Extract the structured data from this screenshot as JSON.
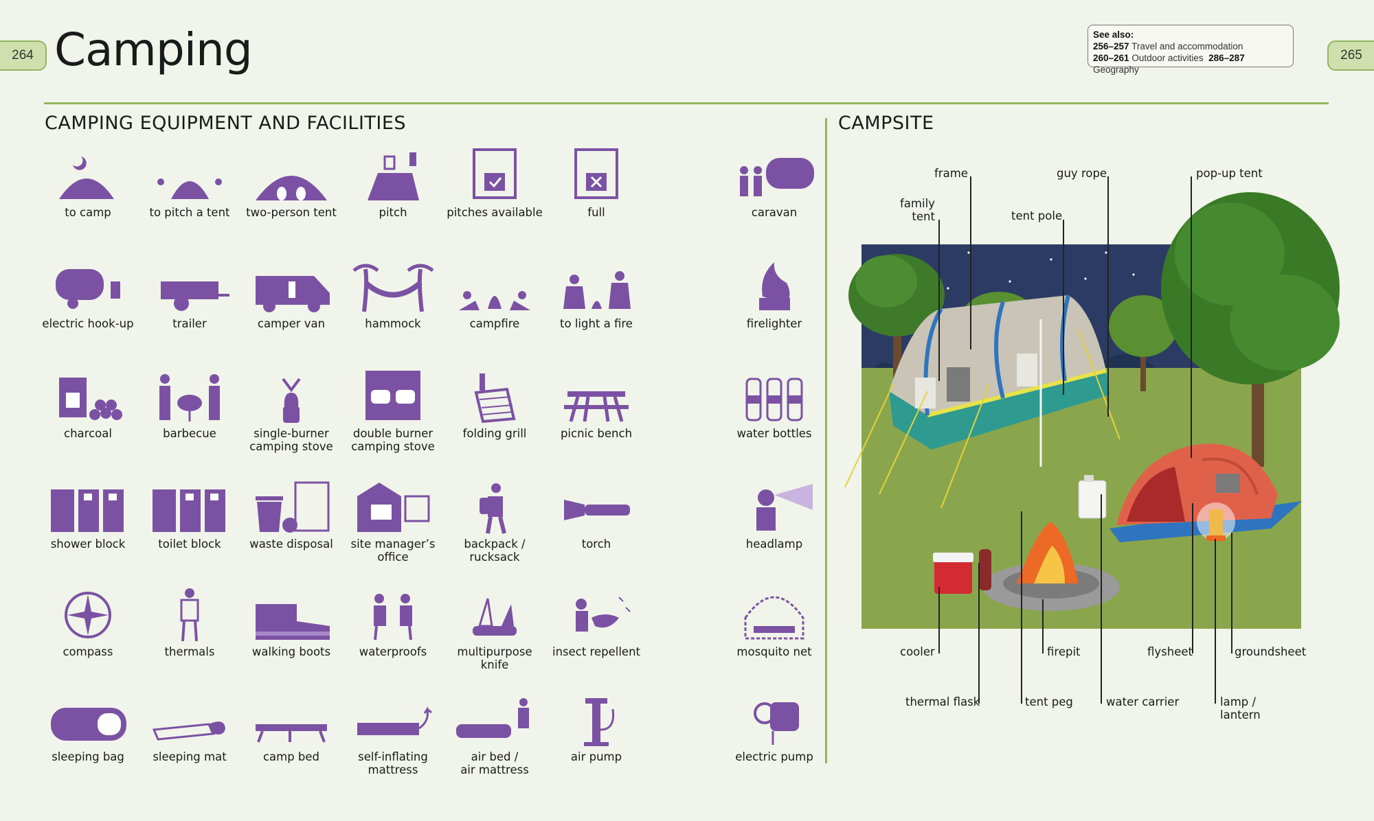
{
  "page": {
    "left_number": "264",
    "right_number": "265",
    "title": "Camping"
  },
  "see_also": {
    "label": "See also:",
    "line1": {
      "pages": "256–257",
      "text": "Travel and accommodation"
    },
    "line2a": {
      "pages": "260–261",
      "text": "Outdoor activities"
    },
    "line2b": {
      "pages": "286–287",
      "text": "Geography"
    }
  },
  "equipment": {
    "heading": "CAMPING EQUIPMENT AND FACILITIES",
    "icon_color": "#7b52a3",
    "items": [
      {
        "label": "to camp",
        "icon": "tent-moon-icon"
      },
      {
        "label": "to pitch a tent",
        "icon": "pitching-tent-icon"
      },
      {
        "label": "two-person tent",
        "icon": "two-person-tent-icon"
      },
      {
        "label": "pitch",
        "icon": "pitch-icon"
      },
      {
        "label": "pitches available",
        "icon": "pitches-available-sign-icon"
      },
      {
        "label": "full",
        "icon": "full-sign-icon"
      },
      {
        "label": "caravan",
        "icon": "caravan-family-icon"
      },
      {
        "label": "electric hook-up",
        "icon": "electric-hook-up-icon"
      },
      {
        "label": "trailer",
        "icon": "trailer-icon"
      },
      {
        "label": "camper van",
        "icon": "camper-van-icon"
      },
      {
        "label": "hammock",
        "icon": "hammock-icon"
      },
      {
        "label": "campfire",
        "icon": "campfire-icon"
      },
      {
        "label": "to light a fire",
        "icon": "light-fire-icon"
      },
      {
        "label": "firelighter",
        "icon": "firelighter-icon"
      },
      {
        "label": "charcoal",
        "icon": "charcoal-icon"
      },
      {
        "label": "barbecue",
        "icon": "barbecue-icon"
      },
      {
        "label": "single-burner\ncamping stove",
        "icon": "single-burner-stove-icon"
      },
      {
        "label": "double burner\ncamping stove",
        "icon": "double-burner-stove-icon"
      },
      {
        "label": "folding grill",
        "icon": "folding-grill-icon"
      },
      {
        "label": "picnic bench",
        "icon": "picnic-bench-icon"
      },
      {
        "label": "water bottles",
        "icon": "water-bottles-icon"
      },
      {
        "label": "shower block",
        "icon": "shower-block-icon"
      },
      {
        "label": "toilet block",
        "icon": "toilet-block-icon"
      },
      {
        "label": "waste disposal",
        "icon": "waste-disposal-icon"
      },
      {
        "label": "site manager’s\noffice",
        "icon": "site-office-icon"
      },
      {
        "label": "backpack /\nrucksack",
        "icon": "backpack-icon"
      },
      {
        "label": "torch",
        "icon": "torch-icon"
      },
      {
        "label": "headlamp",
        "icon": "headlamp-icon"
      },
      {
        "label": "compass",
        "icon": "compass-icon"
      },
      {
        "label": "thermals",
        "icon": "thermals-icon"
      },
      {
        "label": "walking boots",
        "icon": "walking-boots-icon"
      },
      {
        "label": "waterproofs",
        "icon": "waterproofs-icon"
      },
      {
        "label": "multipurpose\nknife",
        "icon": "multipurpose-knife-icon"
      },
      {
        "label": "insect repellent",
        "icon": "insect-repellent-icon"
      },
      {
        "label": "mosquito net",
        "icon": "mosquito-net-icon"
      },
      {
        "label": "sleeping bag",
        "icon": "sleeping-bag-icon"
      },
      {
        "label": "sleeping mat",
        "icon": "sleeping-mat-icon"
      },
      {
        "label": "camp bed",
        "icon": "camp-bed-icon"
      },
      {
        "label": "self-inflating\nmattress",
        "icon": "self-inflating-mattress-icon"
      },
      {
        "label": "air bed /\nair mattress",
        "icon": "air-bed-icon"
      },
      {
        "label": "air pump",
        "icon": "air-pump-icon"
      },
      {
        "label": "electric pump",
        "icon": "electric-pump-icon"
      }
    ]
  },
  "campsite": {
    "heading": "CAMPSITE",
    "labels": {
      "frame": "frame",
      "guy_rope": "guy rope",
      "pop_up_tent": "pop-up tent",
      "family_tent": "family\ntent",
      "tent_pole": "tent pole",
      "cooler": "cooler",
      "firepit": "firepit",
      "flysheet": "flysheet",
      "groundsheet": "groundsheet",
      "thermal_flask": "thermal flask",
      "tent_peg": "tent peg",
      "water_carrier": "water carrier",
      "lamp": "lamp /\nlantern"
    }
  }
}
